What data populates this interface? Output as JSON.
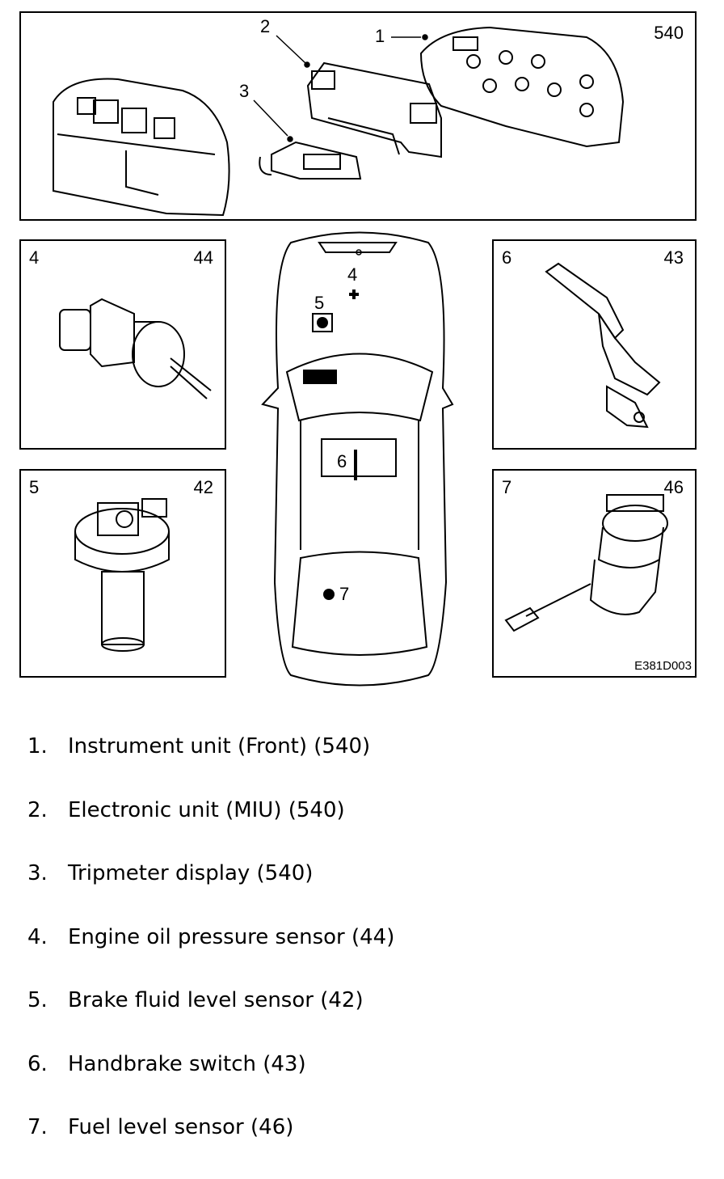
{
  "panels": {
    "top": {
      "number": "540"
    },
    "p4": {
      "index": "4",
      "number": "44"
    },
    "p6": {
      "index": "6",
      "number": "43"
    },
    "p5": {
      "index": "5",
      "number": "42"
    },
    "p7": {
      "index": "7",
      "number": "46"
    },
    "figure_code": "E381D003"
  },
  "callouts": {
    "c1": "1",
    "c2": "2",
    "c3": "3",
    "car4": "4",
    "car5": "5",
    "car6": "6",
    "car7": "7"
  },
  "legend": [
    {
      "num": "1.",
      "text": "Instrument unit (Front) (540)"
    },
    {
      "num": "2.",
      "text": "Electronic unit (MIU) (540)"
    },
    {
      "num": "3.",
      "text": "Tripmeter display (540)"
    },
    {
      "num": "4.",
      "text": "Engine oil pressure sensor (44)"
    },
    {
      "num": "5.",
      "text": "Brake fluid level sensor (42)"
    },
    {
      "num": "6.",
      "text": "Handbrake switch (43)"
    },
    {
      "num": "7.",
      "text": "Fuel level sensor (46)"
    }
  ]
}
